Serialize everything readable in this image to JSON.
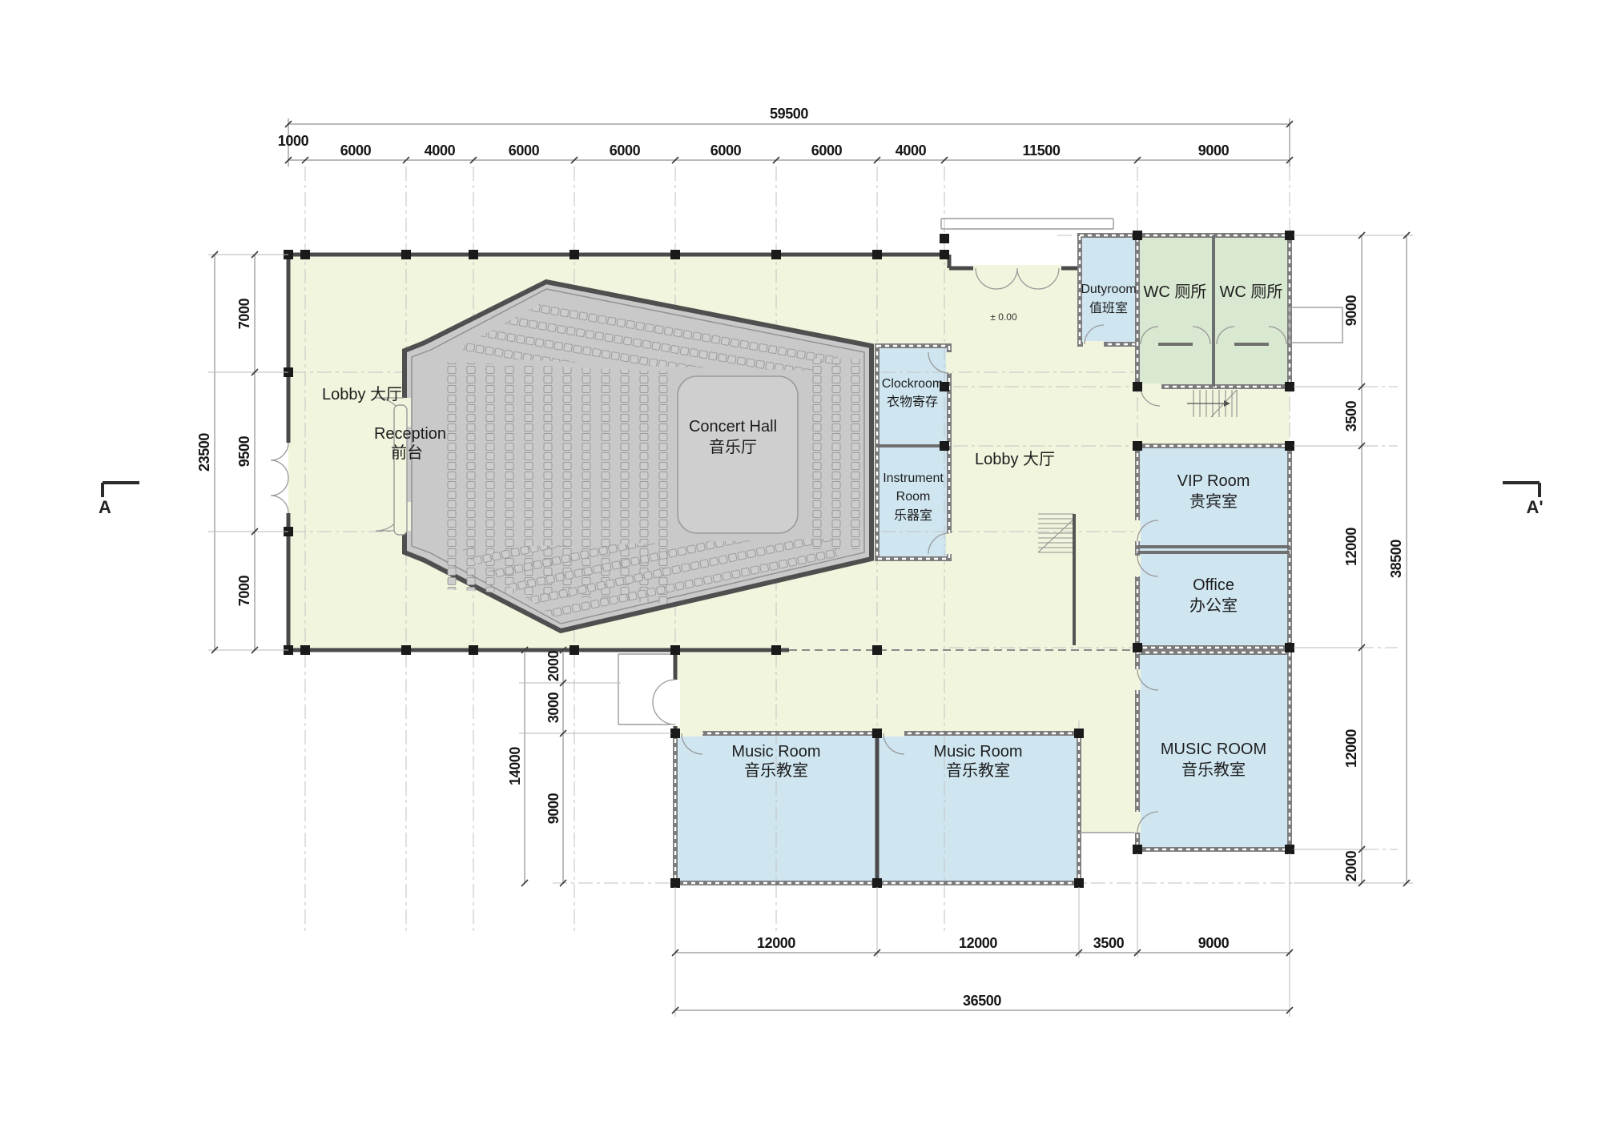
{
  "drawing": {
    "type": "architectural-floor-plan",
    "building": "concert hall / music school ground floor"
  },
  "colors": {
    "lobby_fill": "#f2f5dd",
    "blue_room_fill": "#cfe6f1",
    "wc_green_fill": "#d9e8d0",
    "hall_gray_fill": "#c9c9c9",
    "wall_dark": "#4a4a4a",
    "dim_text": "#161616"
  },
  "dim": {
    "top": {
      "total": "59500",
      "segs": [
        "1000",
        "6000",
        "4000",
        "6000",
        "6000",
        "6000",
        "6000",
        "4000",
        "11500",
        "9000"
      ]
    },
    "left": {
      "total": "23500",
      "segs": [
        "7000",
        "9500",
        "7000"
      ]
    },
    "right": {
      "total": "38500",
      "segs": [
        "9000",
        "3500",
        "12000",
        "12000",
        "2000"
      ]
    },
    "bottom": {
      "total": "36500",
      "segs": [
        "12000",
        "12000",
        "3500",
        "9000"
      ]
    },
    "inner": {
      "total": "14000",
      "segs": [
        "2000",
        "3000",
        "9000"
      ]
    }
  },
  "rooms": {
    "lobby_left": "Lobby 大厅",
    "reception_en": "Reception",
    "reception_zh": "前台",
    "concert_en": "Concert Hall",
    "concert_zh": "音乐厅",
    "clock_en": "Clockroom",
    "clock_zh": "衣物寄存",
    "instr_l1": "Instrument",
    "instr_l2": "Room",
    "instr_zh": "乐器室",
    "lobby_right": "Lobby 大厅",
    "duty_en": "Dutyroom",
    "duty_zh": "值班室",
    "wc1": "WC 厕所",
    "wc2": "WC 厕所",
    "vip_en": "VIP Room",
    "vip_zh": "贵宾室",
    "office_en": "Office",
    "office_zh": "办公室",
    "musicmain_en": "MUSIC ROOM",
    "musicmain_zh": "音乐教室",
    "music1_en": "Music Room",
    "music1_zh": "音乐教室",
    "music2_en": "Music Room",
    "music2_zh": "音乐教室"
  },
  "ann": {
    "level": "± 0.00",
    "section_left": "A",
    "section_right": "A'"
  }
}
